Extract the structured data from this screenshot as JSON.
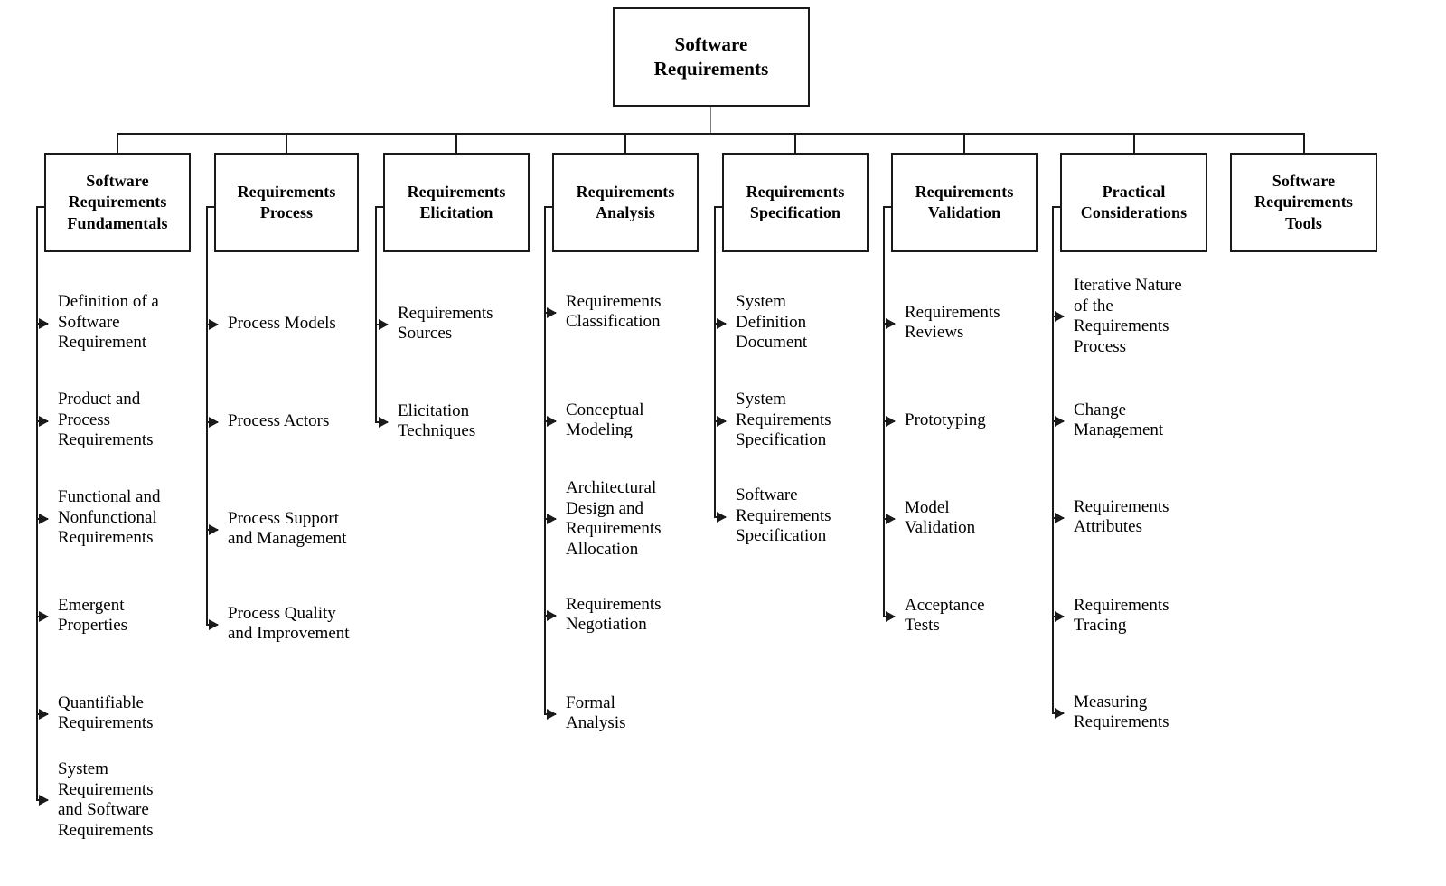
{
  "diagram": {
    "title": "Software Requirements",
    "type": "knowledge-area-breakdown-tree",
    "root": {
      "label": "Software\nRequirements"
    },
    "categories": [
      {
        "id": "fundamentals",
        "label": "Software\nRequirements\nFundamentals",
        "topics": [
          "Definition of a\nSoftware\nRequirement",
          "Product and\nProcess\nRequirements",
          "Functional and\nNonfunctional\nRequirements",
          "Emergent\nProperties",
          "Quantifiable\nRequirements",
          "System\nRequirements\nand Software\nRequirements"
        ]
      },
      {
        "id": "process",
        "label": "Requirements\nProcess",
        "topics": [
          "Process Models",
          "Process Actors",
          "Process Support\nand Management",
          "Process Quality\nand Improvement"
        ]
      },
      {
        "id": "elicitation",
        "label": "Requirements\nElicitation",
        "topics": [
          "Requirements\nSources",
          "Elicitation\nTechniques"
        ]
      },
      {
        "id": "analysis",
        "label": "Requirements\nAnalysis",
        "topics": [
          "Requirements\nClassification",
          "Conceptual\nModeling",
          "Architectural\nDesign and\nRequirements\nAllocation",
          "Requirements\nNegotiation",
          "Formal\nAnalysis"
        ]
      },
      {
        "id": "specification",
        "label": "Requirements\nSpecification",
        "topics": [
          "System\nDefinition\nDocument",
          "System\nRequirements\nSpecification",
          "Software\nRequirements\nSpecification"
        ]
      },
      {
        "id": "validation",
        "label": "Requirements\nValidation",
        "topics": [
          "Requirements\nReviews",
          "Prototyping",
          "Model\nValidation",
          "Acceptance\nTests"
        ]
      },
      {
        "id": "practical",
        "label": "Practical\nConsiderations",
        "topics": [
          "Iterative Nature\nof the\nRequirements\nProcess",
          "Change\nManagement",
          "Requirements\nAttributes",
          "Requirements\nTracing",
          "Measuring\nRequirements"
        ]
      },
      {
        "id": "tools",
        "label": "Software\nRequirements\nTools",
        "topics": []
      }
    ],
    "colors": {
      "line": "#1a1a1a",
      "box_border": "#1a1a1a",
      "background": "#ffffff",
      "text": "#000000"
    }
  }
}
